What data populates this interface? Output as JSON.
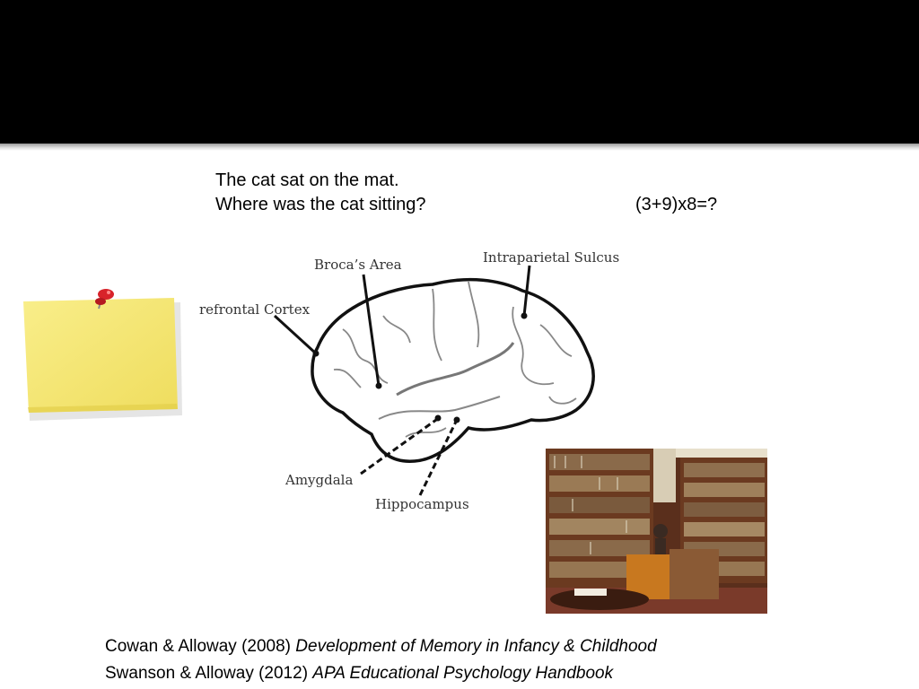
{
  "slide": {
    "question1_line1": "The cat sat on the mat.",
    "question1_line2": "Where was the cat sitting?",
    "question2": "(3+9)x8=?"
  },
  "brain_labels": {
    "brocas_area": "Broca’s Area",
    "intraparietal_sulcus": "Intraparietal Sulcus",
    "prefrontal_cortex": "refrontal Cortex",
    "amygdala": "Amygdala",
    "hippocampus": "Hippocampus"
  },
  "references": [
    {
      "authors": "Cowan & Alloway (2008) ",
      "title": "Development of Memory in Infancy & Childhood"
    },
    {
      "authors": "Swanson & Alloway (2012) ",
      "title": "APA Educational Psychology Handbook"
    }
  ],
  "images": {
    "sticky_note": "yellow-sticky-note-with-red-pushpin",
    "library": "library-room-with-bookshelves"
  },
  "colors": {
    "title_bar": "#000000",
    "note": "#f6e87a",
    "pin": "#d8232a"
  }
}
